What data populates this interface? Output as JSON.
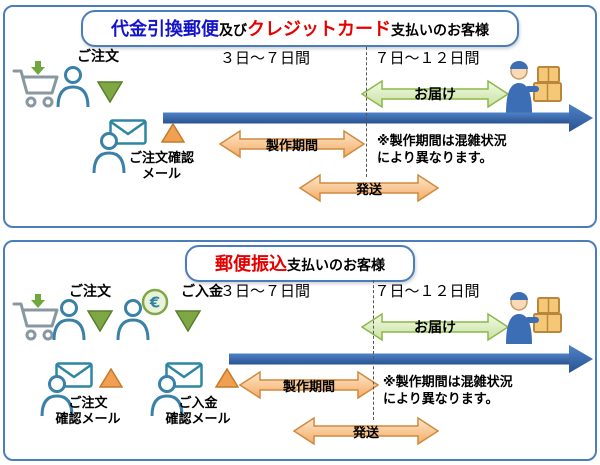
{
  "panel1": {
    "title_cod": "代金引換郵便",
    "title_and": "及び",
    "title_credit": "クレジットカード",
    "title_suffix": "支払いのお客様",
    "order_label": "ご注文",
    "period1": "３日～７日間",
    "period2": "７日～１２日間",
    "delivery_label": "お届け",
    "mail_line1": "ご注文確認",
    "mail_line2": "メール",
    "production_label": "製作期間",
    "note_line1": "※製作期間は混雑状況",
    "note_line2": "により異なります。",
    "shipping_label": "発送"
  },
  "panel2": {
    "title_transfer": "郵便振込",
    "title_suffix": "支払いのお客様",
    "order_label": "ご注文",
    "payment_label": "ご入金",
    "period1": "３日～７日間",
    "period2": "７日～１２日間",
    "delivery_label": "お届け",
    "order_mail_line1": "ご注文",
    "order_mail_line2": "確認メール",
    "payment_mail_line1": "ご入金",
    "payment_mail_line2": "確認メール",
    "production_label": "製作期間",
    "note_line1": "※製作期間は混雑状況",
    "note_line2": "により異なります。",
    "shipping_label": "発送"
  },
  "icons": {
    "euro_glyph": "€"
  },
  "colors": {
    "panel_border": "#4a7ebb",
    "title_blue": "#1414cc",
    "title_red": "#e60000",
    "timeline_blue": "#3a6bb0",
    "arrow_orange_fill": "#f7b271",
    "arrow_orange_border": "#cf8a3e",
    "arrow_green_fill": "#c8e2a0",
    "arrow_green_border": "#8cb84a",
    "triangle_green": "#7fa845",
    "triangle_orange": "#f0a050"
  }
}
